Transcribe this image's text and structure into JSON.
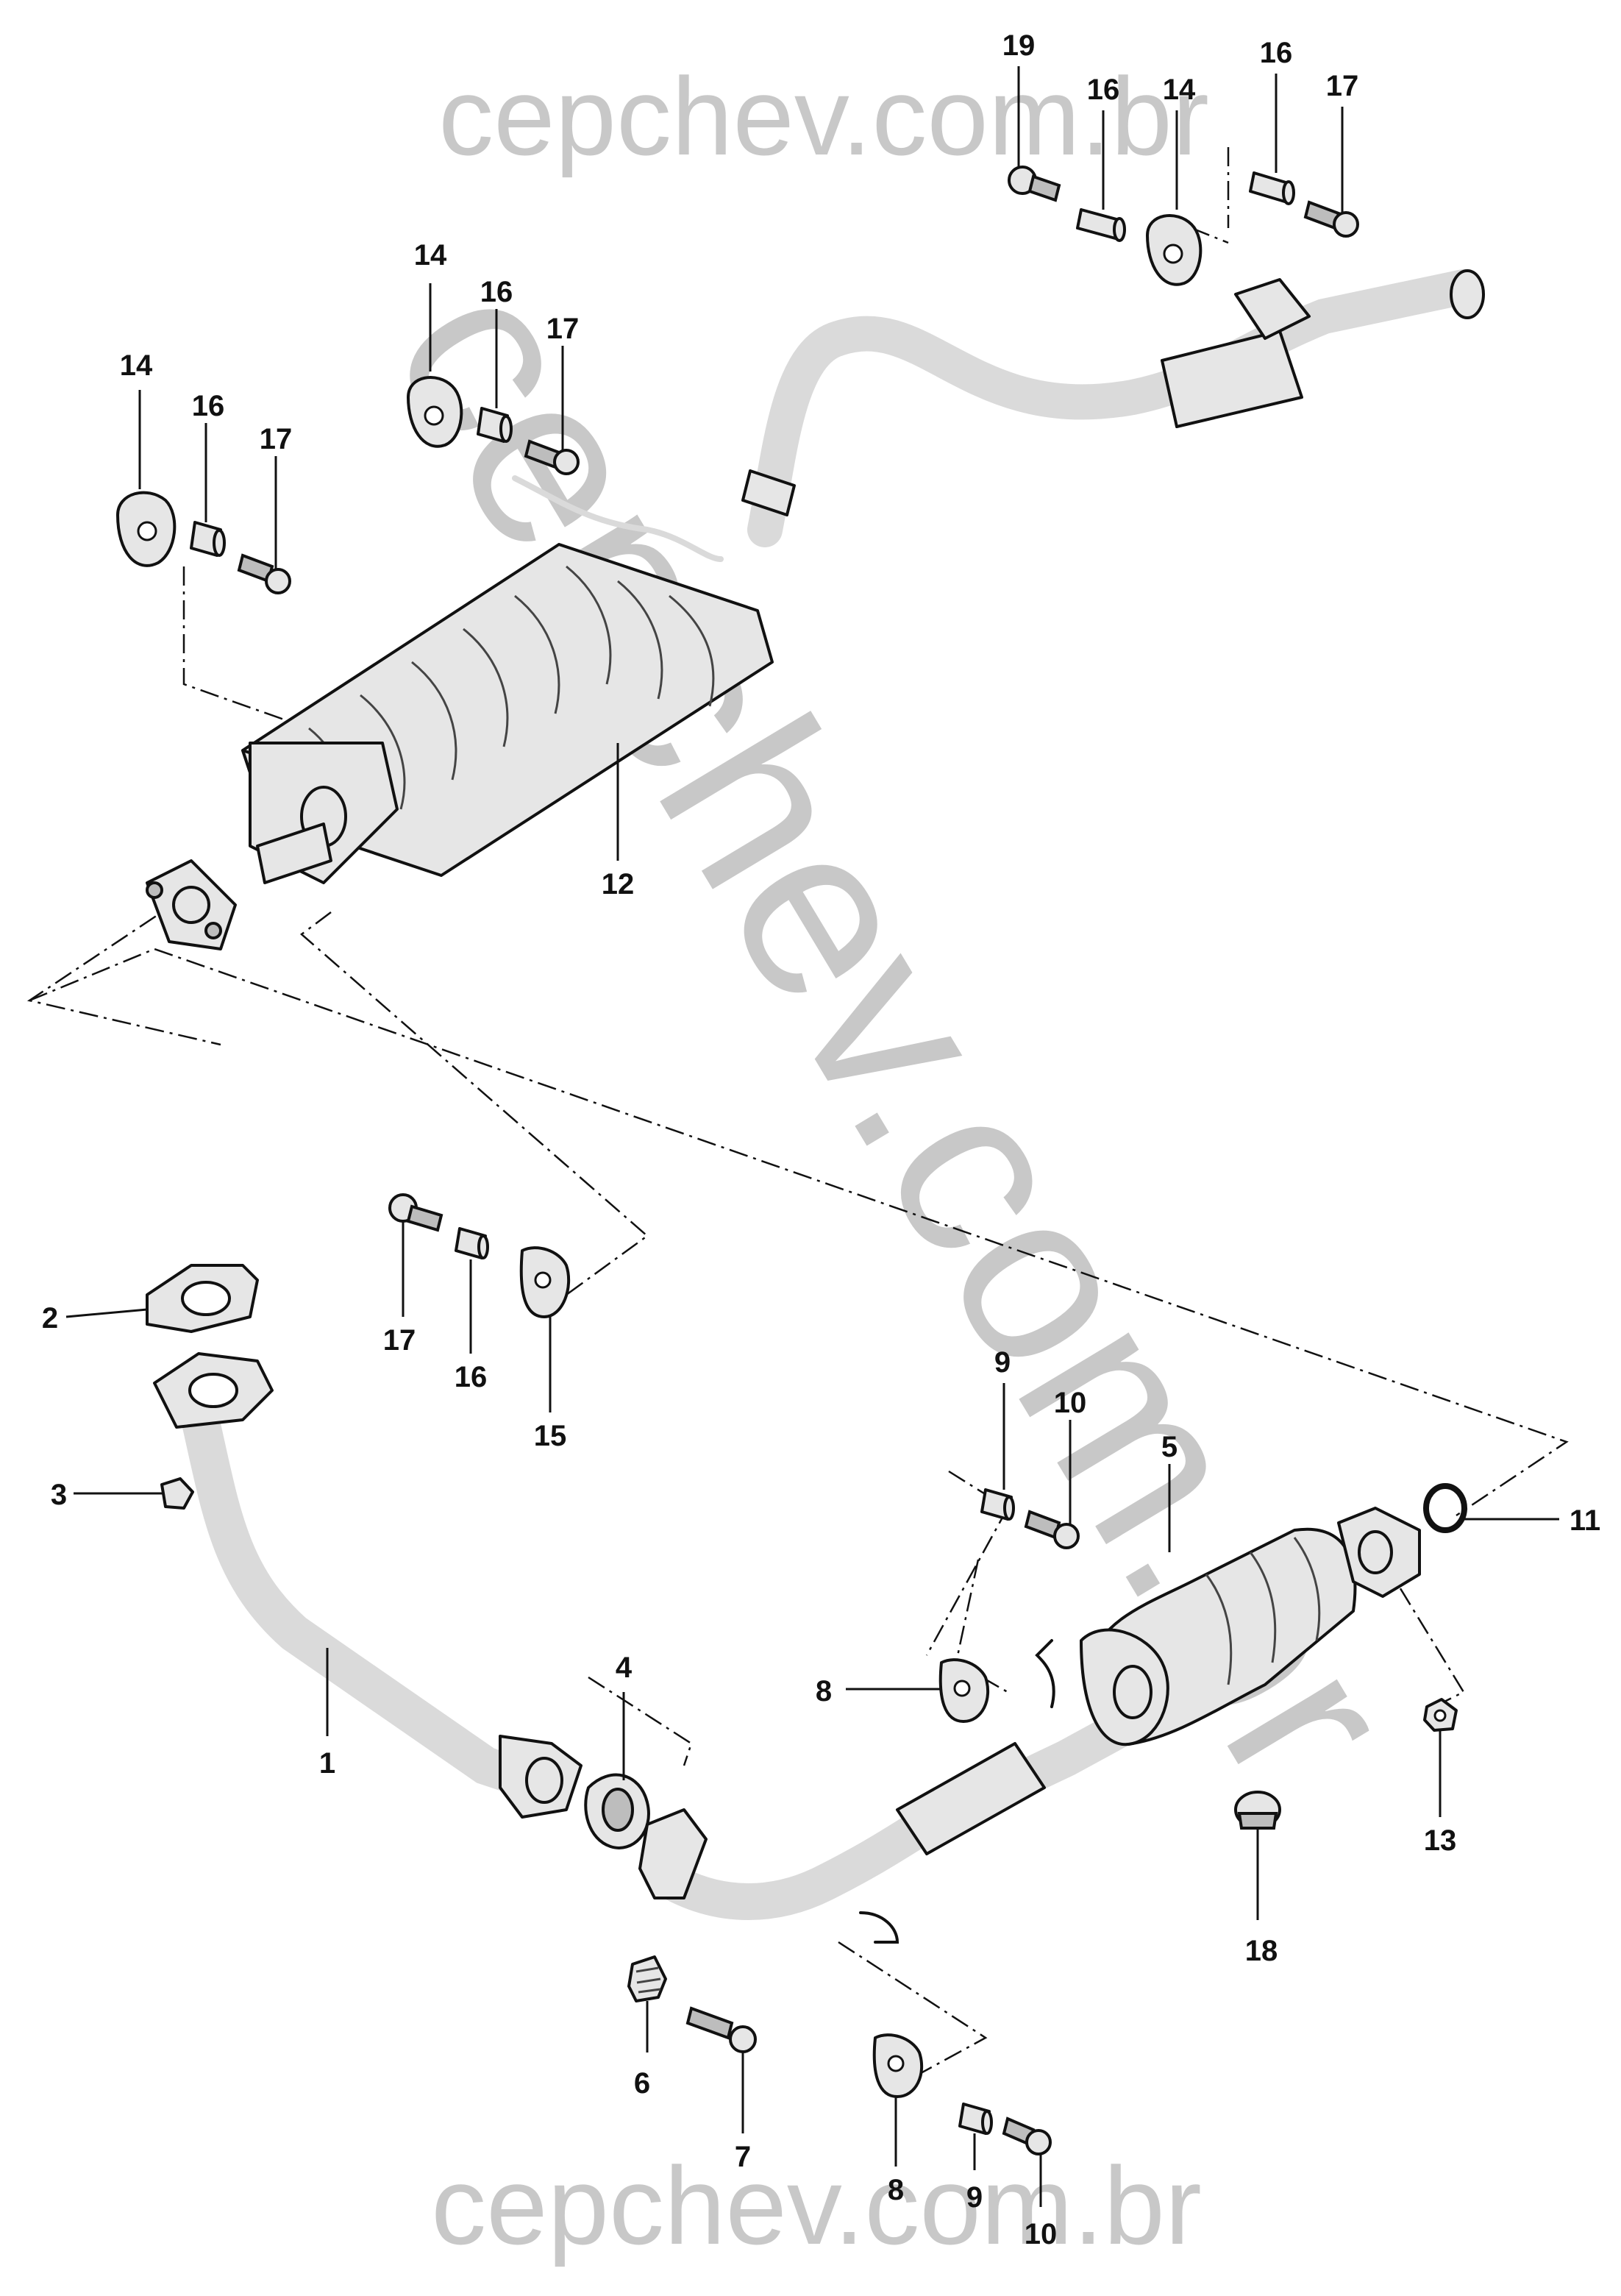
{
  "watermark": {
    "top": "cepchev.com.br",
    "diagonal": "cepchev.com.br",
    "bottom": "cepchev.com.br"
  },
  "callouts": {
    "n1": "1",
    "n2": "2",
    "n3": "3",
    "n4": "4",
    "n5": "5",
    "n6": "6",
    "n7": "7",
    "n8a": "8",
    "n8b": "8",
    "n9a": "9",
    "n9b": "9",
    "n10a": "10",
    "n10b": "10",
    "n11": "11",
    "n12": "12",
    "n13": "13",
    "n14a": "14",
    "n14b": "14",
    "n14c": "14",
    "n15": "15",
    "n16a": "16",
    "n16b": "16",
    "n16c": "16",
    "n16d": "16",
    "n16e": "16",
    "n17a": "17",
    "n17b": "17",
    "n17c": "17",
    "n17d": "17",
    "n18": "18",
    "n19": "19"
  }
}
